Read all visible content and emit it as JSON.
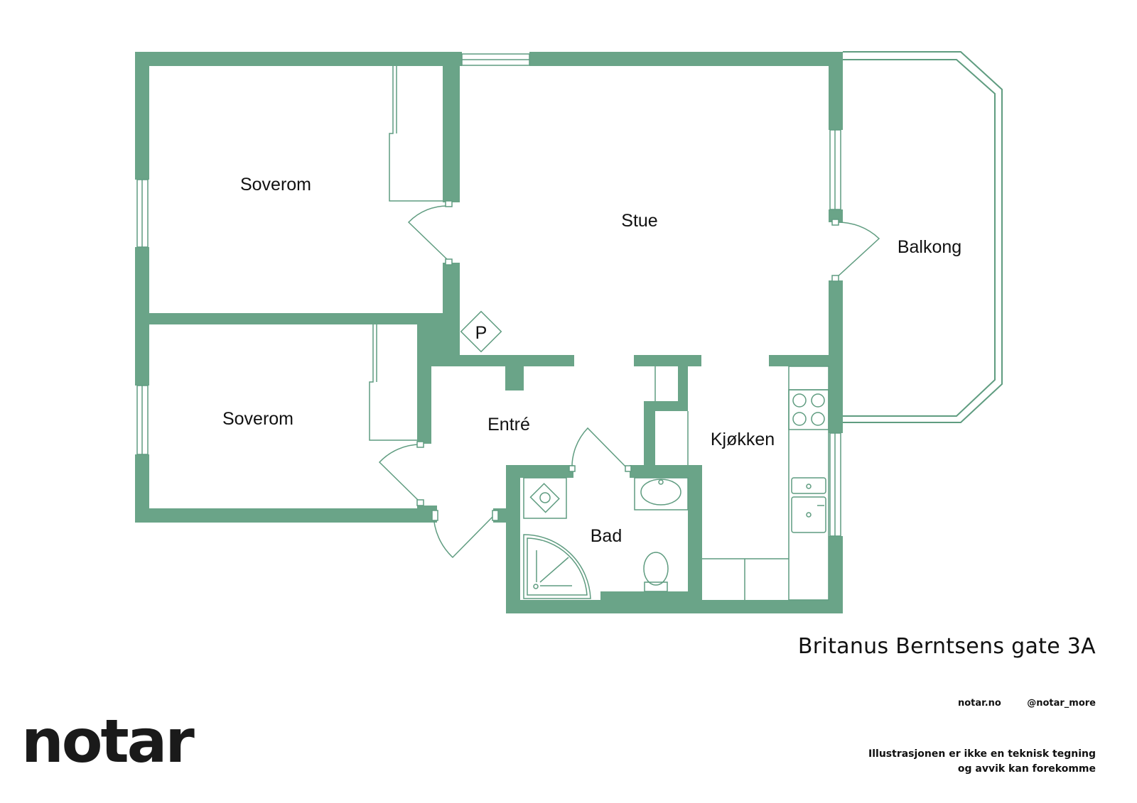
{
  "colors": {
    "wall": "#6aa488",
    "line": "#5f9c80",
    "text": "#111111"
  },
  "rooms": {
    "bedroom_1": "Soverom",
    "bedroom_2": "Soverom",
    "living_room": "Stue",
    "balcony": "Balkong",
    "hallway": "Entré",
    "kitchen": "Kjøkken",
    "bathroom": "Bad",
    "parking_marker": "P"
  },
  "address": "Britanus Berntsens gate 3A",
  "website": "notar.no",
  "social_handle": "@notar_more",
  "disclaimer": "Illustrasjonen er ikke en teknisk tegning og avvik kan forekomme",
  "logo_text": "notar"
}
